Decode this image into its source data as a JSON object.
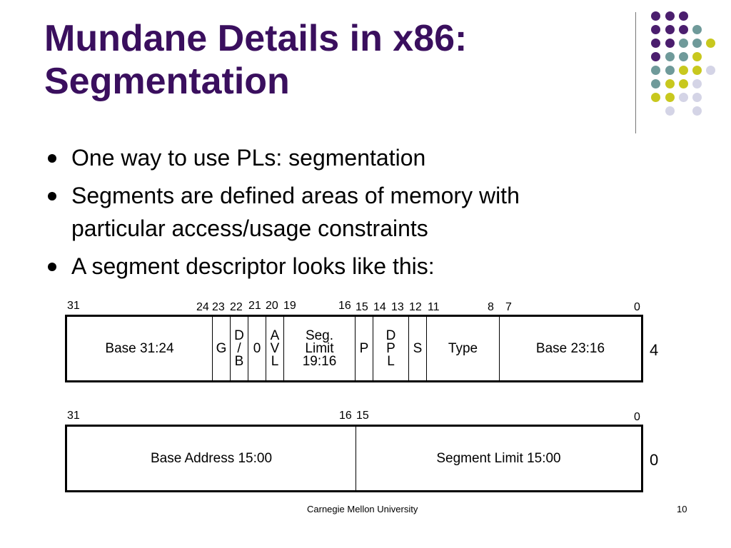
{
  "slide": {
    "title_lines": [
      "Mundane Details in x86:",
      "Segmentation"
    ],
    "bullets": [
      "One way to use PLs: segmentation",
      "Segments are defined areas of memory with particular access/usage constraints",
      "A segment descriptor looks like this:"
    ],
    "footer": {
      "institution": "Carnegie Mellon University",
      "page_number": "10"
    },
    "colors": {
      "title": "#3a0f5e",
      "dot_purple": "#4b1e6e",
      "dot_teal": "#6f9a9a",
      "dot_yellow": "#c8c81e",
      "dot_lavender": "#d4d4e6"
    }
  },
  "descriptor": {
    "upper_word": {
      "offset": "4",
      "bit_labels": [
        "31",
        "24",
        "23",
        "22",
        "21",
        "20",
        "19",
        "16",
        "15",
        "14",
        "13",
        "12",
        "11",
        "8",
        "7",
        "0"
      ],
      "fields": [
        "Base 31:24",
        "G",
        "D\n/\nB",
        "0",
        "A\nV\nL",
        "Seg.\nLimit\n19:16",
        "P",
        "D\nP\nL",
        "S",
        "Type",
        "Base 23:16"
      ]
    },
    "lower_word": {
      "offset": "0",
      "bit_labels": [
        "31",
        "16",
        "15",
        "0"
      ],
      "fields": [
        "Base Address 15:00",
        "Segment Limit 15:00"
      ]
    }
  }
}
